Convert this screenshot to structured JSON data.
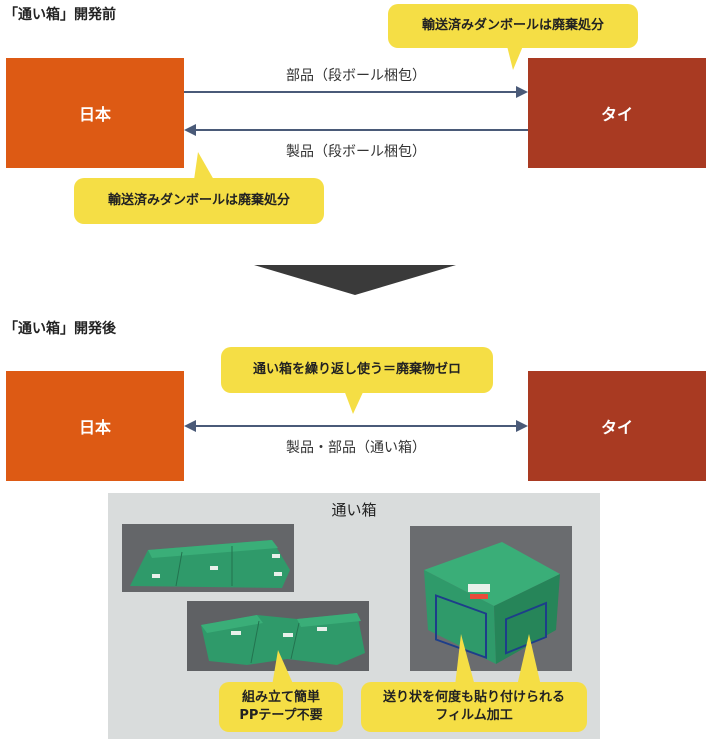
{
  "before": {
    "heading": "「通い箱」開発前",
    "japan_label": "日本",
    "thailand_label": "タイ",
    "arrow_to_thailand_label": "部品（段ボール梱包）",
    "arrow_to_japan_label": "製品（段ボール梱包）",
    "callout_thailand": "輸送済みダンボールは廃棄処分",
    "callout_japan": "輸送済みダンボールは廃棄処分"
  },
  "after": {
    "heading": "「通い箱」開発後",
    "japan_label": "日本",
    "thailand_label": "タイ",
    "arrow_label": "製品・部品（通い箱）",
    "callout": "通い箱を繰り返し使う＝廃棄物ゼロ"
  },
  "photo_panel": {
    "title": "通い箱",
    "callout_left_line1": "組み立て簡単",
    "callout_left_line2": "PPテープ不要",
    "callout_right_line1": "送り状を何度も貼り付けられる",
    "callout_right_line2": "フィルム加工"
  },
  "colors": {
    "japan_box": "#dd5a14",
    "thailand_box": "#a93a22",
    "callout": "#f5de45",
    "arrow": "#4a5a78",
    "panel": "#d9dcdc",
    "container_green": "#2f9a6a"
  }
}
